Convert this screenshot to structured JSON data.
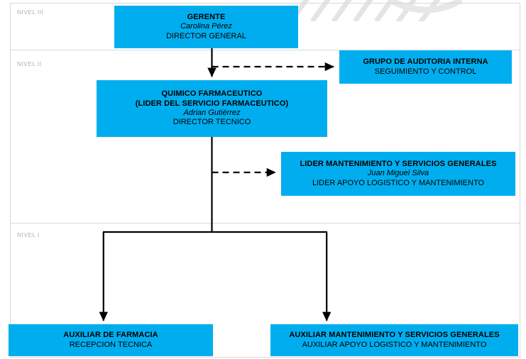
{
  "document": {
    "title": "Organigrama",
    "accent_color": "#00AEEF",
    "line_color": "#000000",
    "band_border_color": "#d9d9d9",
    "band_label_color": "#b3b3b3"
  },
  "levels": [
    {
      "id": "nivel-3",
      "label": "NIVEL III"
    },
    {
      "id": "nivel-2",
      "label": "NIVEL II"
    },
    {
      "id": "nivel-1",
      "label": "NIVEL I"
    }
  ],
  "nodes": {
    "gerente": {
      "title": "GERENTE",
      "name": "Carolina Pérez",
      "role": "DIRECTOR GENERAL"
    },
    "auditoria": {
      "title": "GRUPO DE AUDITORIA INTERNA",
      "role": "SEGUIMIENTO Y CONTROL"
    },
    "quimico": {
      "title_line1": "QUIMICO FARMACEUTICO",
      "title_line2": "(LIDER DEL SERVICIO FARMACEUTICO)",
      "name": "Adrian Gutiérrez",
      "role": "DIRECTOR TECNICO"
    },
    "lider_mantenimiento": {
      "title": "LIDER MANTENIMIENTO Y SERVICIOS GENERALES",
      "name": "Juan Miguel Silva",
      "role": "LIDER APOYO LOGISTICO Y MANTENIMIENTO"
    },
    "auxiliar_farmacia": {
      "title": "AUXILIAR DE FARMACIA",
      "role": "RECEPCION TECNICA"
    },
    "auxiliar_mantenimiento": {
      "title": "AUXILIAR MANTENIMIENTO Y SERVICIOS GENERALES",
      "role": "AUXILIAR APOYO LOGISTICO Y MANTENIMIENTO"
    }
  },
  "connectors": [
    {
      "id": "gerente-to-quimico",
      "style": "solid",
      "from": "gerente",
      "to": "quimico"
    },
    {
      "id": "gerente-to-auditoria",
      "style": "dashed",
      "from": "gerente",
      "to": "auditoria"
    },
    {
      "id": "quimico-to-lider-mantenimiento",
      "style": "dashed",
      "from": "quimico",
      "to": "lider_mantenimiento"
    },
    {
      "id": "quimico-to-auxiliar-farmacia",
      "style": "solid",
      "from": "quimico",
      "to": "auxiliar_farmacia"
    },
    {
      "id": "quimico-to-auxiliar-mantenimiento",
      "style": "solid",
      "from": "quimico",
      "to": "auxiliar_mantenimiento"
    }
  ],
  "footer_cutoff": {
    "fragments": [
      "",
      "",
      "",
      ""
    ]
  }
}
